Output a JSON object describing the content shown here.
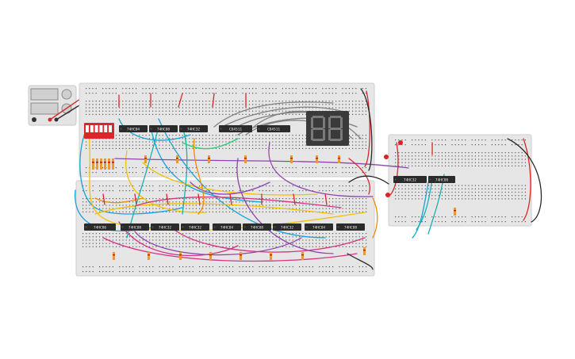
{
  "colors": {
    "board": "#e6e6e6",
    "board_edge": "#cfcfcf",
    "hole": "#5a5a5a",
    "chip": "#2b2b2b",
    "display_bg": "#3a3a3a",
    "display_seg": "#7a7a7a",
    "dip_switch": "#d9262b",
    "power_rail_red": "#d62a2a",
    "power_rail_dark": "#2a2a2a"
  },
  "power_supply": {
    "icon": "power-supply-icon"
  },
  "dip_switch": {
    "positions": 6
  },
  "seven_segment_display": {
    "digits": 2,
    "icon": "seven-segment-display-icon"
  },
  "chips": [
    {
      "label": "74HC04"
    },
    {
      "label": "74HC08"
    },
    {
      "label": "74HC32"
    },
    {
      "label": "CD4511"
    },
    {
      "label": "CD4511"
    },
    {
      "label": "74HC86"
    },
    {
      "label": "74HC08"
    },
    {
      "label": "74HC32"
    },
    {
      "label": "74HC32"
    },
    {
      "label": "74HC04"
    },
    {
      "label": "74HC08"
    },
    {
      "label": "74HC32"
    },
    {
      "label": "74HC04"
    },
    {
      "label": "74HC08"
    },
    {
      "label": "74HC32"
    },
    {
      "label": "74HC08"
    }
  ],
  "wire_colors": [
    "#1aa3d6",
    "#f2c200",
    "#8e44ad",
    "#d63384",
    "#808080",
    "#1ab0b0",
    "#f08c00",
    "#2ecc71",
    "#d62a2a",
    "#2a2a2a"
  ]
}
